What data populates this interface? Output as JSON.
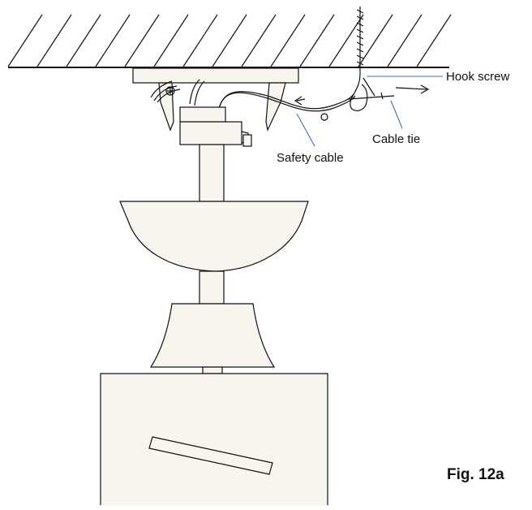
{
  "labels": {
    "hook_screw": "Hook screw",
    "cable_tie": "Cable tie",
    "safety_cable": "Safety cable"
  },
  "figure_caption": "Fig. 12a",
  "colors": {
    "line": "#111111",
    "part_fill": "#f8f5ee",
    "leader_line": "#3a6fc8"
  }
}
